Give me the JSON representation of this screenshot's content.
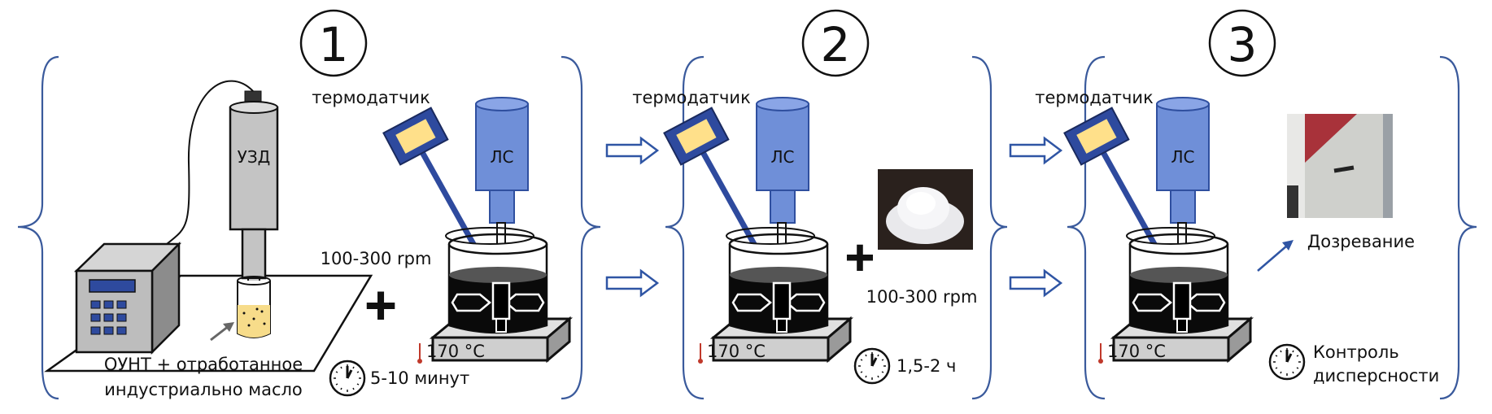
{
  "steps": [
    {
      "number": "1",
      "ultrasonic_label": "УЗД",
      "sensor_label": "термодатчик",
      "stirrer_label": "ЛС",
      "rpm": "100-300 rpm",
      "temperature": "170 °C",
      "time": "5-10 минут",
      "mixture_line1": "ОУНТ + отработанное",
      "mixture_line2": "индустриально масло"
    },
    {
      "number": "2",
      "sensor_label": "термодатчик",
      "stirrer_label": "ЛС",
      "rpm": "100-300 rpm",
      "temperature": "170 °C",
      "time": "1,5-2 ч"
    },
    {
      "number": "3",
      "sensor_label": "термодатчик",
      "stirrer_label": "ЛС",
      "temperature": "170 °C",
      "maturation": "Дозревание",
      "control_line1": "Контроль",
      "control_line2": "дисперсности"
    }
  ],
  "colors": {
    "brace": "#3a5a9c",
    "motor": "#6f8fd8",
    "probe": "#2e4a9e",
    "display": "#ffe08a",
    "liquid": "#0a0a0a",
    "hotplate": "#c8c8c8"
  }
}
